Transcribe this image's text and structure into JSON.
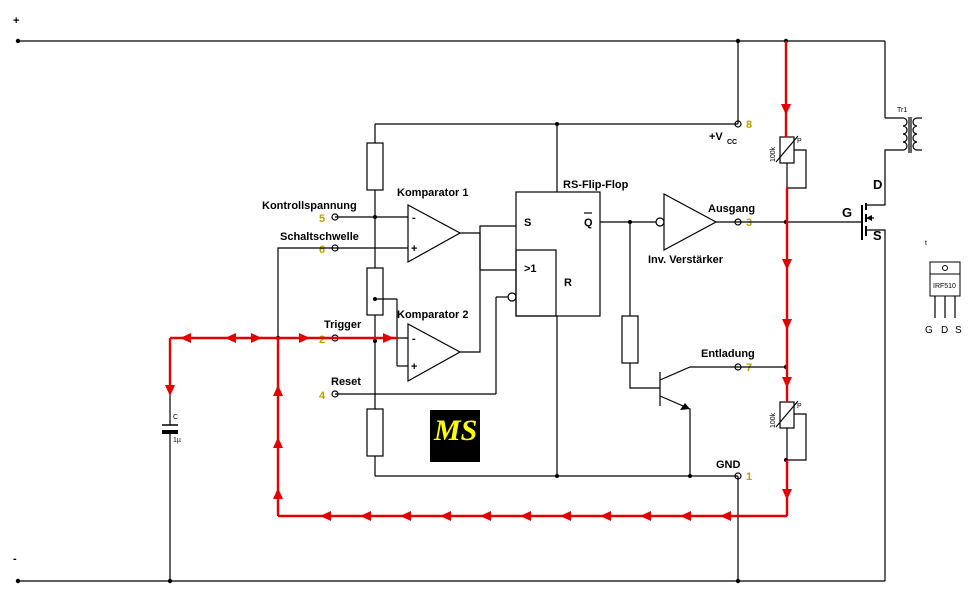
{
  "rails": {
    "plus": "+",
    "minus": "-"
  },
  "ic": {
    "flipflop_title": "RS-Flip-Flop",
    "s_label": "S",
    "r_label": "R",
    "q_label": "Q",
    "or_label": ">1",
    "comp1_label": "Komparator 1",
    "comp2_label": "Komparator 2",
    "inv_label": "Inv. Verstärker",
    "vcc_label": "+V",
    "vcc_sub": "CC",
    "minus_sign": "-",
    "plus_sign": "+"
  },
  "pins": [
    {
      "num": "5",
      "label": "Kontrollspannung"
    },
    {
      "num": "6",
      "label": "Schaltschwelle"
    },
    {
      "num": "2",
      "label": "Trigger"
    },
    {
      "num": "4",
      "label": "Reset"
    },
    {
      "num": "8",
      "label": ""
    },
    {
      "num": "3",
      "label": "Ausgang"
    },
    {
      "num": "7",
      "label": "Entladung"
    },
    {
      "num": "1",
      "label": "GND"
    }
  ],
  "components": {
    "transformer": "Tr1",
    "pot_value": "100k",
    "pot_tag": "P",
    "capacitor_label": "C",
    "capacitor_value": "1µ",
    "mosfet_d": "D",
    "mosfet_g": "G",
    "mosfet_s": "S",
    "package_tag": "t",
    "package_name": "IRF510",
    "package_pins": [
      "G",
      "D",
      "S"
    ],
    "logo": "MS"
  },
  "colors": {
    "current_path": "#e00000",
    "pin_numbers": "#b8a200",
    "logo_bg": "#000000",
    "logo_fg": "#ffff00"
  }
}
